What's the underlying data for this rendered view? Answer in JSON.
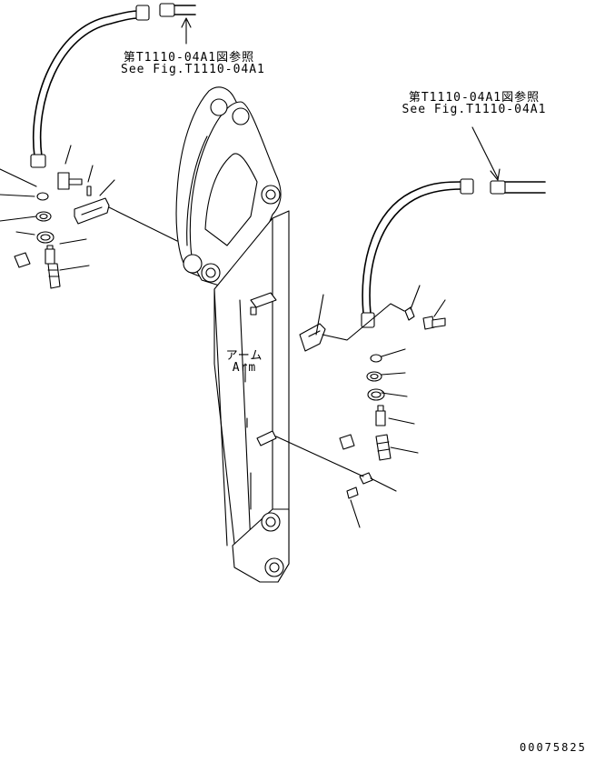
{
  "references": {
    "top": {
      "ja": "第T1110-04A1図参照",
      "en": "See Fig.T1110-04A1"
    },
    "right": {
      "ja": "第T1110-04A1図参照",
      "en": "See Fig.T1110-04A1"
    }
  },
  "arm_label": {
    "ja": "アーム",
    "en": "Arm"
  },
  "drawing_number": "00075825"
}
